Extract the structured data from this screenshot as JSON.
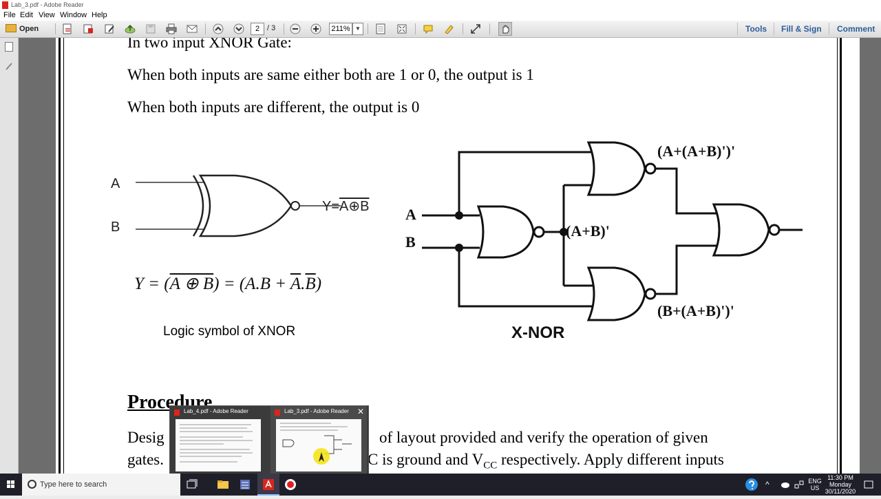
{
  "window": {
    "title": "Lab_3.pdf - Adobe Reader"
  },
  "menu": {
    "items": [
      "File",
      "Edit",
      "View",
      "Window",
      "Help"
    ]
  },
  "toolbar": {
    "open_label": "Open",
    "page_current": "2",
    "page_total": "/ 3",
    "zoom": "211%",
    "tools_label": "Tools",
    "fill_sign_label": "Fill & Sign",
    "comment_label": "Comment"
  },
  "document": {
    "line1": "In two input XNOR Gate:",
    "line2": "When both inputs are same either both are 1 or 0, the output is 1",
    "line3": "When both inputs are different, the output is 0",
    "symbol": {
      "input_a": "A",
      "input_b": "B",
      "output_prefix": "Y=",
      "output_expr": "A⊕B",
      "caption": "Logic symbol of XNOR"
    },
    "equation": {
      "lhs": "Y = (",
      "xor_term": "A ⊕ B",
      "mid": ") = (A.B + ",
      "a_bar": "A",
      "dot": ".",
      "b_bar": "B",
      "rhs": ")"
    },
    "circuit": {
      "in_a": "A",
      "in_b": "B",
      "label_top": "(A+(A+B)')'",
      "label_mid": "(A+B)'",
      "label_bottom": "(B+(A+B)')'",
      "caption": "X-NOR"
    },
    "procedure_heading": "Procedure",
    "para_line1_a": "Desig",
    "para_line1_b": "of layout provided and verify the operation of given",
    "para_line2_a": "gates.",
    "para_line2_b": "C is ground and V",
    "para_line2_sub": "CC",
    "para_line2_c": " respectively. Apply different inputs"
  },
  "taskbar_popup": {
    "thumbs": [
      {
        "title": "Lab_4.pdf - Adobe Reader"
      },
      {
        "title": "Lab_3.pdf - Adobe Reader"
      }
    ]
  },
  "taskbar": {
    "search_placeholder": "Type here to search",
    "lang_top": "ENG",
    "lang_bottom": "US",
    "time": "11:30 PM",
    "day": "Monday",
    "date": "30/11/2020"
  }
}
